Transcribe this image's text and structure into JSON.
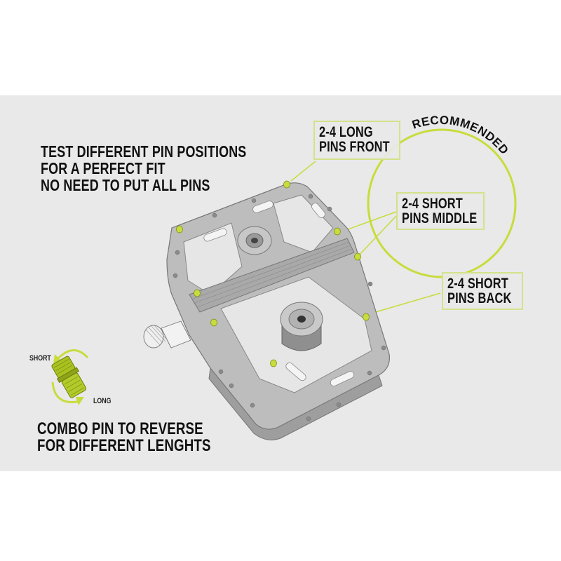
{
  "colors": {
    "background": "#ffffff",
    "panel": "#e9e9e9",
    "accent_lime": "#c8dc3c",
    "callout_border": "#d3e28b",
    "text": "#111111",
    "pedal_body": "#b9b9b9"
  },
  "intro": {
    "line1": "TEST DIFFERENT PIN POSITIONS",
    "line2_prefix": "FOR A ",
    "line2_emphasis": "PERFECT",
    "line2_suffix": " FIT",
    "line3": "NO NEED TO PUT ALL PINS"
  },
  "recommended_label": "RECOMMENDED",
  "callouts": [
    {
      "line1": "2-4  LONG",
      "line2": "PINS FRONT"
    },
    {
      "line1": "2-4 SHORT",
      "line2": "PINS MIDDLE"
    },
    {
      "line1": "2-4 SHORT",
      "line2": "PINS BACK"
    }
  ],
  "combo_pin": {
    "short_label": "SHORT",
    "long_label": "LONG",
    "line1": "COMBO PIN TO REVERSE",
    "line2": "FOR DIFFERENT LENGHTS"
  }
}
